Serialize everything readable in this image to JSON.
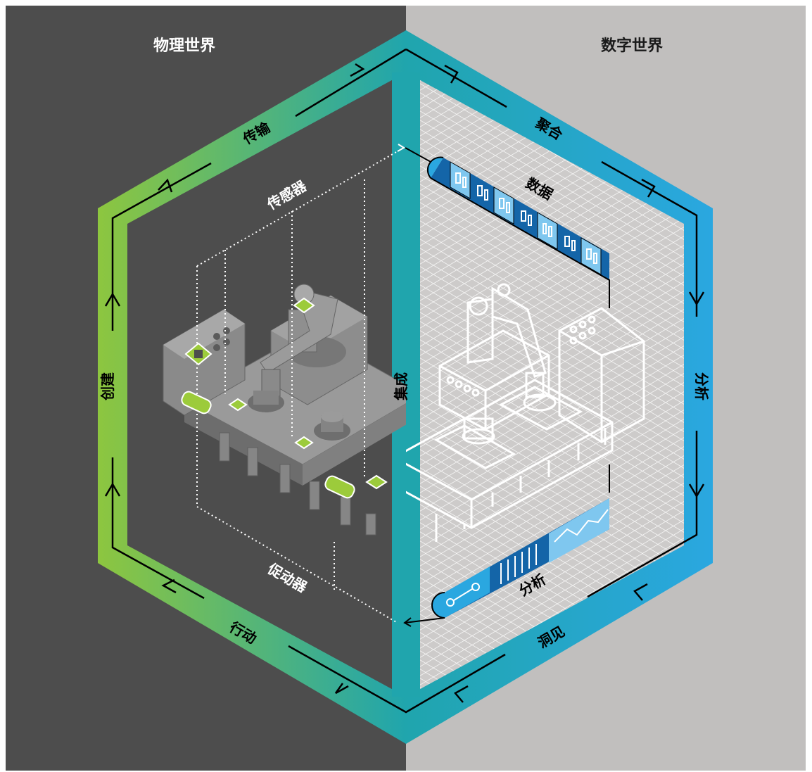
{
  "headings": {
    "physical": "物理世界",
    "digital": "数字世界"
  },
  "cycle_stages": {
    "create": "创建",
    "transmit": "传输",
    "aggregate": "聚合",
    "analyze": "分析",
    "insight": "洞见",
    "act": "行动"
  },
  "center_label": "集成",
  "inner_labels": {
    "sensors": "传感器",
    "actuators": "促动器",
    "data": "数据",
    "analysis": "分析"
  },
  "colors": {
    "physical_bg": "#4d4d4d",
    "digital_bg": "#c1bfbe",
    "green": "#8dc63f",
    "teal": "#20a5ad",
    "blue": "#2aa7e0",
    "dark_blue": "#1465a8",
    "sensor_green": "#9ccb3b"
  },
  "icons": [
    "arrow-icon",
    "sensor-icon",
    "actuator-icon",
    "robot-arm-icon",
    "conveyor-icon",
    "control-panel-icon",
    "binary-data-icon",
    "line-chart-icon"
  ]
}
